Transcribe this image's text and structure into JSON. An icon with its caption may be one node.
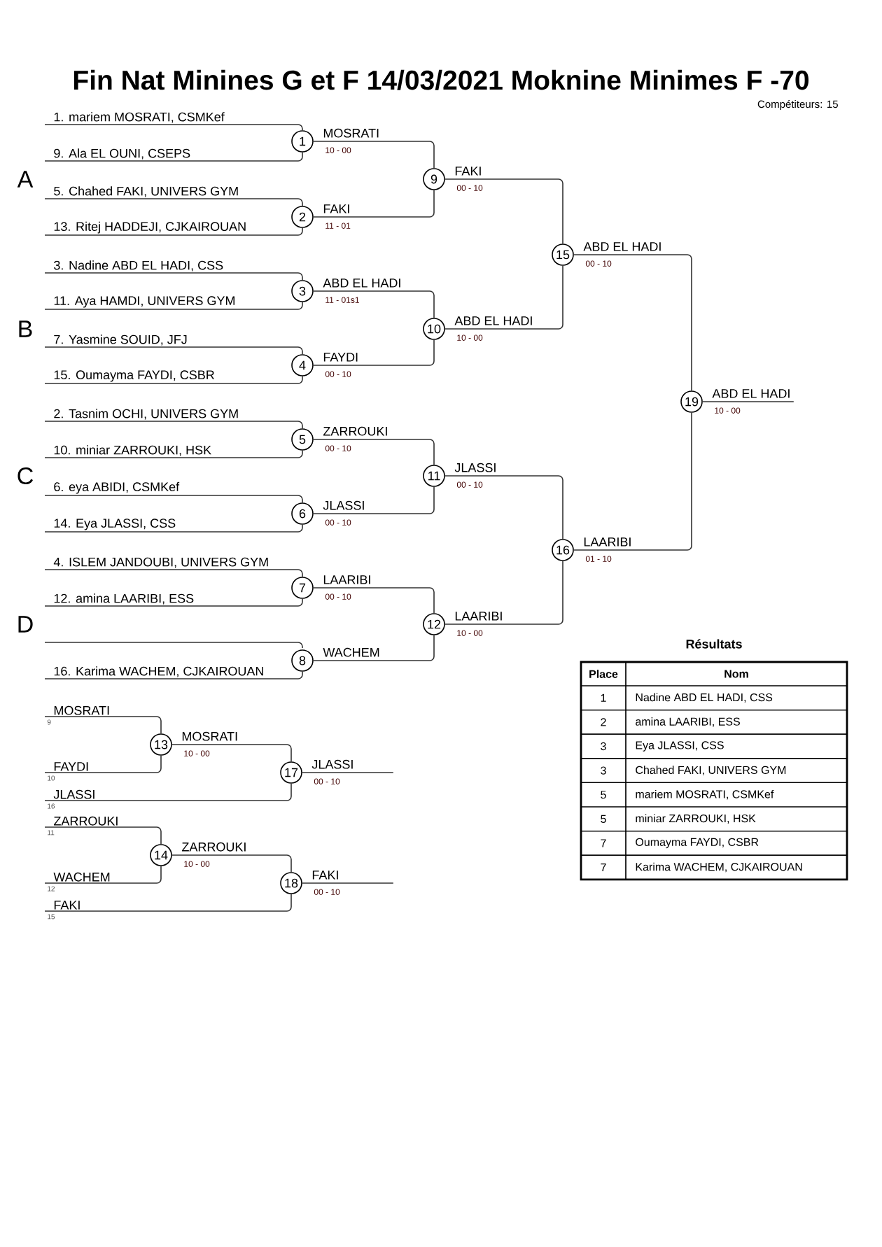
{
  "diagram": {
    "title": "Fin Nat Minines G et F  14/03/2021  Moknine   Minimes F -70",
    "nodes": [
      {
        "text": [
          "1. mariem MOSRATI, CSMKef"
        ]
      },
      {
        "text": [
          "9. Ala EL OUNI, CSEPS"
        ]
      },
      {
        "text": [
          "5. Chahed FAKI, UNIVERS GYM"
        ]
      },
      {
        "text": [
          "13. Ritej HADDEJI, CJKAIROUAN"
        ]
      },
      {
        "text": [
          "3. Nadine ABD EL HADI, CSS"
        ]
      },
      {
        "text": [
          "11. Aya HAMDI, UNIVERS GYM"
        ]
      },
      {
        "text": [
          "7. Yasmine SOUID, JFJ"
        ]
      },
      {
        "text": [
          "15. Oumayma FAYDI, CSBR"
        ]
      },
      {
        "text": [
          "2. Tasnim OCHI, UNIVERS GYM"
        ]
      },
      {
        "text": [
          "10. miniar ZARROUKI, HSK"
        ]
      },
      {
        "text": [
          "6. eya ABIDI, CSMKef"
        ]
      },
      {
        "text": [
          "14. Eya JLASSI, CSS"
        ]
      },
      {
        "text": [
          "4. ISLEM JANDOUBI, UNIVERS GYM"
        ]
      },
      {
        "text": [
          "12. amina LAARIBI, ESS"
        ]
      },
      {
        "text": [
          "16. Karima WACHEM, CJKAIROUAN"
        ]
      },
      {
        "text": [
          "MOSRATI"
        ],
        "beside": [
          "9"
        ]
      },
      {
        "text": [
          "FAYDI"
        ],
        "beside": [
          "10"
        ]
      },
      {
        "text": [
          "JLASSI"
        ],
        "beside": [
          "16"
        ]
      },
      {
        "text": [
          "ZARROUKI"
        ],
        "beside": [
          "11"
        ]
      },
      {
        "text": [
          "WACHEM"
        ],
        "beside": [
          "12"
        ]
      },
      {
        "text": [
          "FAKI"
        ],
        "beside": [
          "15"
        ]
      },
      {
        "text": [
          "1"
        ],
        "beside": [
          "MOSRATI",
          "10 - 00"
        ]
      },
      {
        "text": [
          "2"
        ],
        "beside": [
          "FAKI",
          "11 - 01"
        ]
      },
      {
        "text": [
          "3"
        ],
        "beside": [
          "ABD EL HADI",
          "11 - 01s1"
        ]
      },
      {
        "text": [
          "4"
        ],
        "beside": [
          "FAYDI",
          "00 - 10"
        ]
      },
      {
        "text": [
          "5"
        ],
        "beside": [
          "ZARROUKI",
          "00 - 10"
        ]
      },
      {
        "text": [
          "6"
        ],
        "beside": [
          "JLASSI",
          "00 - 10"
        ]
      },
      {
        "text": [
          "7"
        ],
        "beside": [
          "LAARIBI",
          "00 - 10"
        ]
      },
      {
        "text": [
          "8"
        ],
        "beside": [
          "WACHEM"
        ]
      },
      {
        "text": [
          "9"
        ],
        "beside": [
          "FAKI",
          "00 - 10"
        ]
      },
      {
        "text": [
          "10"
        ],
        "beside": [
          "ABD EL HADI",
          "10 - 00"
        ]
      },
      {
        "text": [
          "11"
        ],
        "beside": [
          "JLASSI",
          "00 - 10"
        ]
      },
      {
        "text": [
          "12"
        ],
        "beside": [
          "LAARIBI",
          "10 - 00"
        ]
      },
      {
        "text": [
          "13"
        ],
        "beside": [
          "MOSRATI",
          "10 - 00"
        ]
      },
      {
        "text": [
          "14"
        ],
        "beside": [
          "ZARROUKI",
          "10 - 00"
        ]
      },
      {
        "text": [
          "15"
        ],
        "beside": [
          "ABD EL HADI",
          "00 - 10"
        ]
      },
      {
        "text": [
          "16"
        ],
        "beside": [
          "LAARIBI",
          "01 - 10"
        ]
      },
      {
        "text": [
          "17"
        ],
        "beside": [
          "JLASSI",
          "00 - 10"
        ]
      },
      {
        "text": [
          "18"
        ],
        "beside": [
          "FAKI",
          "00 - 10"
        ]
      },
      {
        "text": [
          "19"
        ],
        "beside": [
          "ABD EL HADI",
          "10 - 00"
        ]
      }
    ],
    "edges": [
      {
        "from": 0,
        "to": 21,
        "arrow": "none"
      },
      {
        "from": 1,
        "to": 21,
        "arrow": "none"
      },
      {
        "from": 2,
        "to": 22,
        "arrow": "none"
      },
      {
        "from": 3,
        "to": 22,
        "arrow": "none"
      },
      {
        "from": 4,
        "to": 23,
        "arrow": "none"
      },
      {
        "from": 5,
        "to": 23,
        "arrow": "none"
      },
      {
        "from": 6,
        "to": 24,
        "arrow": "none"
      },
      {
        "from": 7,
        "to": 24,
        "arrow": "none"
      },
      {
        "from": 8,
        "to": 25,
        "arrow": "none"
      },
      {
        "from": 9,
        "to": 25,
        "arrow": "none"
      },
      {
        "from": 10,
        "to": 26,
        "arrow": "none"
      },
      {
        "from": 11,
        "to": 26,
        "arrow": "none"
      },
      {
        "from": 12,
        "to": 27,
        "arrow": "none"
      },
      {
        "from": 13,
        "to": 27,
        "arrow": "none"
      },
      {
        "from": 14,
        "to": 28,
        "arrow": "none"
      },
      {
        "from": 21,
        "to": 29,
        "arrow": "none"
      },
      {
        "from": 22,
        "to": 29,
        "arrow": "none"
      },
      {
        "from": 23,
        "to": 30,
        "arrow": "none"
      },
      {
        "from": 24,
        "to": 30,
        "arrow": "none"
      },
      {
        "from": 25,
        "to": 31,
        "arrow": "none"
      },
      {
        "from": 26,
        "to": 31,
        "arrow": "none"
      },
      {
        "from": 27,
        "to": 32,
        "arrow": "none"
      },
      {
        "from": 28,
        "to": 32,
        "arrow": "none"
      },
      {
        "from": 29,
        "to": 35,
        "arrow": "none"
      },
      {
        "from": 30,
        "to": 35,
        "arrow": "none"
      },
      {
        "from": 31,
        "to": 36,
        "arrow": "none"
      },
      {
        "from": 32,
        "to": 36,
        "arrow": "none"
      },
      {
        "from": 35,
        "to": 39,
        "arrow": "none"
      },
      {
        "from": 36,
        "to": 39,
        "arrow": "none"
      },
      {
        "from": 39,
        "to": null,
        "arrow": "none"
      },
      {
        "from": 15,
        "to": 33,
        "arrow": "none"
      },
      {
        "from": 16,
        "to": 33,
        "arrow": "none"
      },
      {
        "from": 33,
        "to": 37,
        "arrow": "none"
      },
      {
        "from": 17,
        "to": 37,
        "arrow": "none"
      },
      {
        "from": 37,
        "to": null,
        "arrow": "none"
      },
      {
        "from": 18,
        "to": 34,
        "arrow": "none"
      },
      {
        "from": 19,
        "to": 34,
        "arrow": "none"
      },
      {
        "from": 34,
        "to": 38,
        "arrow": "none"
      },
      {
        "from": 20,
        "to": 38,
        "arrow": "none"
      },
      {
        "from": 38,
        "to": null,
        "arrow": "none"
      }
    ],
    "labels": [
      "A",
      "B",
      "C",
      "D",
      "Compétiteurs: 15",
      "Résultats",
      "Place",
      "Nom",
      "1",
      "Nadine ABD EL HADI, CSS",
      "2",
      "amina LAARIBI, ESS",
      "3",
      "Eya JLASSI, CSS",
      "3",
      "Chahed FAKI, UNIVERS GYM",
      "5",
      "mariem MOSRATI, CSMKef",
      "5",
      "miniar ZARROUKI, HSK",
      "7",
      "Oumayma FAYDI, CSBR",
      "7",
      "Karima WACHEM, CJKAIROUAN"
    ]
  }
}
